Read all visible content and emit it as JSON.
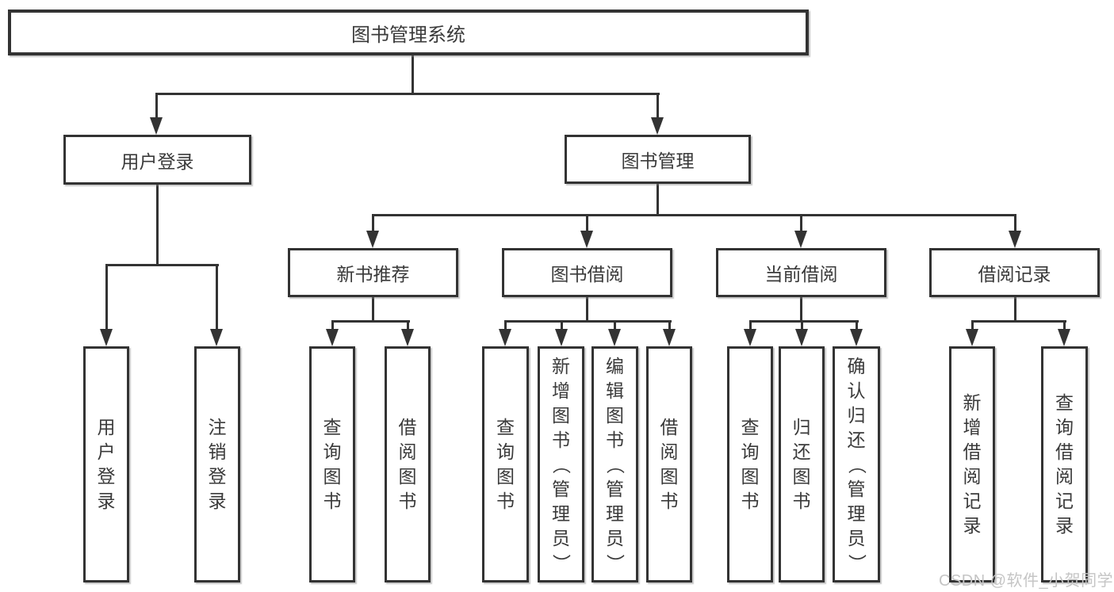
{
  "tree": {
    "label": "图书管理系统",
    "children": [
      {
        "label": "用户登录",
        "children": [
          {
            "label": "用户登录"
          },
          {
            "label": "注销登录"
          }
        ]
      },
      {
        "label": "图书管理",
        "children": [
          {
            "label": "新书推荐",
            "children": [
              {
                "label": "查询图书"
              },
              {
                "label": "借阅图书"
              }
            ]
          },
          {
            "label": "图书借阅",
            "children": [
              {
                "label": "查询图书"
              },
              {
                "label": "新增图书（管理员）"
              },
              {
                "label": "编辑图书（管理员）"
              },
              {
                "label": "借阅图书"
              }
            ]
          },
          {
            "label": "当前借阅",
            "children": [
              {
                "label": "查询图书"
              },
              {
                "label": "归还图书"
              },
              {
                "label": "确认归还（管理员）"
              }
            ]
          },
          {
            "label": "借阅记录",
            "children": [
              {
                "label": "新增借阅记录"
              },
              {
                "label": "查询借阅记录"
              }
            ]
          }
        ]
      }
    ]
  },
  "watermark": {
    "text": "CSDN @软件_小贺同学"
  },
  "colors": {
    "line": "#333333",
    "text": "#3a3a3a",
    "watermark": "#c5c5c5",
    "background": "#ffffff"
  }
}
